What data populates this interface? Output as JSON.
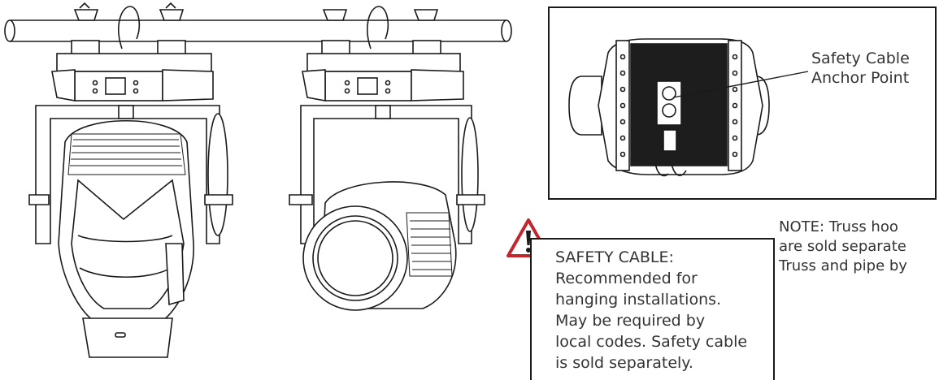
{
  "anchor_label": {
    "line1": "Safety Cable",
    "line2": "Anchor Point"
  },
  "safety_note": {
    "lines": [
      "SAFETY CABLE:",
      "Recommended for",
      "hanging installations.",
      "May be required by",
      "local codes. Safety cable",
      "is sold separately."
    ]
  },
  "truss_note": {
    "lines": [
      "NOTE: Truss hoo",
      "are sold separate",
      "Truss and pipe by"
    ]
  },
  "icons": {
    "warning": "warning-triangle-icon"
  },
  "colors": {
    "warning_red": "#c0272d",
    "line": "#1a1a1a"
  }
}
